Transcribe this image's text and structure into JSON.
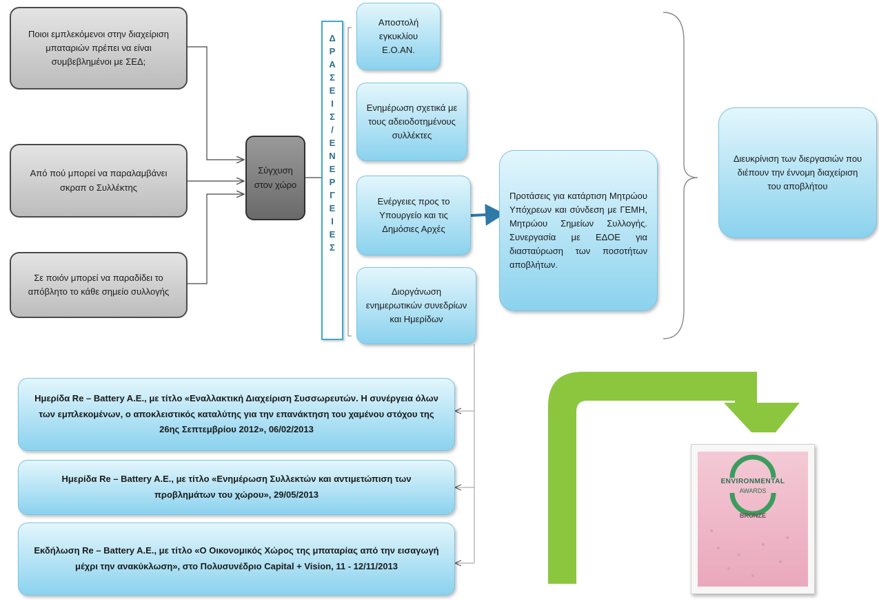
{
  "left_questions": [
    "Ποιοι εμπλεκόμενοι στην διαχείριση μπαταριών πρέπει να είναι συμβεβλημένοι με ΣΕΔ;",
    "Από πού μπορεί να παραλαμβάνει σκραπ ο Συλλέκτης",
    "Σε ποιόν μπορεί να παραδίδει το απόβλητο το κάθε σημείο συλλογής"
  ],
  "center_box": "Σύγχυση στον χώρο",
  "vertical_label": [
    "Δ",
    "Ρ",
    "Α",
    "Σ",
    "Ε",
    "Ι",
    "Σ",
    "/",
    "Ε",
    "Ν",
    "Ε",
    "Ρ",
    "Γ",
    "Ε",
    "Ι",
    "Ε",
    "Σ"
  ],
  "actions": [
    "Αποστολή εγκυκλίου Ε.Ο.ΑΝ.",
    "Ενημέρωση σχετικά με τους αδειοδοτημένους συλλέκτες",
    "Ενέργειες προς το Υπουργείο και τις Δημόσιες Αρχές",
    "Διοργάνωση ενημερωτικών συνεδρίων και Ημερίδων"
  ],
  "proposals": "Προτάσεις για κατάρτιση Μητρώου Υπόχρεων και σύνδεση με ΓΕΜΗ, Μητρώου Σημείων Συλλογής. Συνεργασία με ΕΔΟΕ για διασταύρωση των ποσοτήτων αποβλήτων.",
  "result": "Διευκρίνιση των διεργασιών που διέπουν την έννομη διαχείριση του αποβλήτου",
  "events": [
    "Ημερίδα Re – Battery A.E., με τίτλο «Εναλλακτική Διαχείριση Συσσωρευτών. Η συνέργεια όλων των εμπλεκομένων, ο αποκλειστικός καταλύτης για την επανάκτηση του χαμένου στόχου της 26ης Σεπτεμβρίου 2012», 06/02/2013",
    "Ημερίδα Re – Battery A.E., με τίτλο «Ενημέρωση Συλλεκτών και αντιμετώπιση των προβλημάτων του χώρου», 29/05/2013",
    "Εκδήλωση Re – Battery A.E., με τίτλο «Ο Οικονομικός Χώρος της μπαταρίας από την εισαγωγή μέχρι την ανακύκλωση», στο Πολυσυνέδριο Capital + Vision, 11 - 12/11/2013"
  ],
  "award": {
    "line1": "ENVIRONMENTAL",
    "line2": "AWARDS",
    "badge": "BRONZE"
  },
  "colors": {
    "box_blue": "#8bd2ee",
    "box_grey": "#c8c8c8",
    "arrow_green": "#8cc63f",
    "label_teal": "#27708c"
  }
}
